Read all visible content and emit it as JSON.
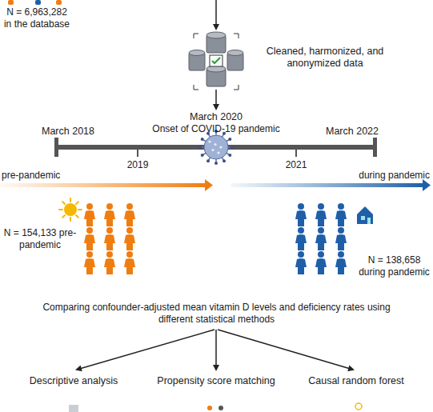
{
  "diagram": {
    "labels": [
      "N = 6,963,282 in the database",
      "Cleaned, harmonized, and anonymized data",
      "March 2020",
      "Onset of COVID-19 pandemic",
      "March 2018",
      "March 2022",
      "2019",
      "2021",
      "pre-pandemic",
      "during pandemic",
      "N = 154,133 pre-pandemic",
      "N = 138,658 during pandemic",
      "Comparing confounder-adjusted mean vitamin D levels and deficiency rates using different statistical methods",
      "Descriptive analysis",
      "Propensity score matching",
      "Causal random forest"
    ]
  }
}
